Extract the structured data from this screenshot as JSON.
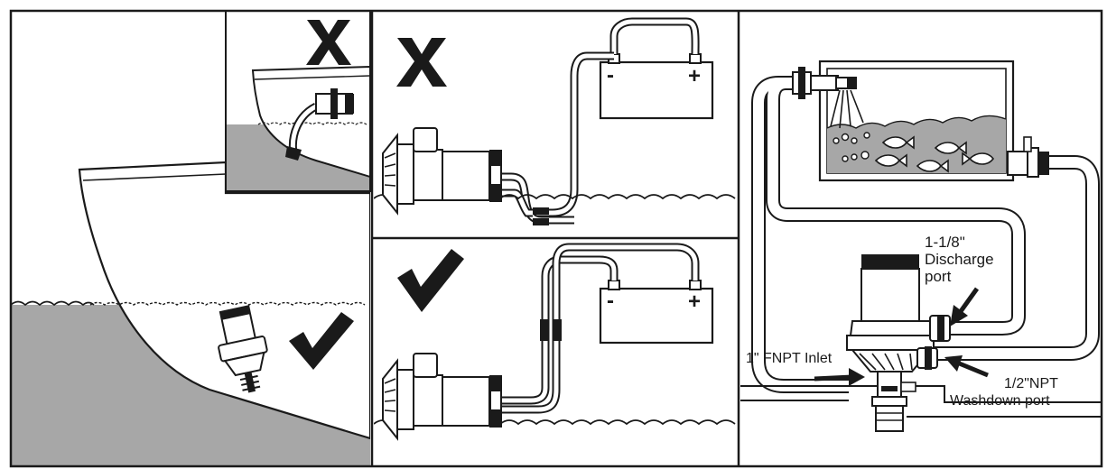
{
  "colors": {
    "ink": "#1a1a1a",
    "water": "#a7a7a7",
    "paper": "#ffffff"
  },
  "battery": {
    "minus": "-",
    "plus": "+"
  },
  "labels": {
    "discharge_line1": "1-1/8\"",
    "discharge_line2": "Discharge",
    "discharge_line3": "port",
    "inlet": "1\" FNPT Inlet",
    "washdown_line1": "1/2\"NPT",
    "washdown_line2": "Washdown  port"
  },
  "icons": {
    "wrong": "cross-icon",
    "right": "check-icon"
  }
}
